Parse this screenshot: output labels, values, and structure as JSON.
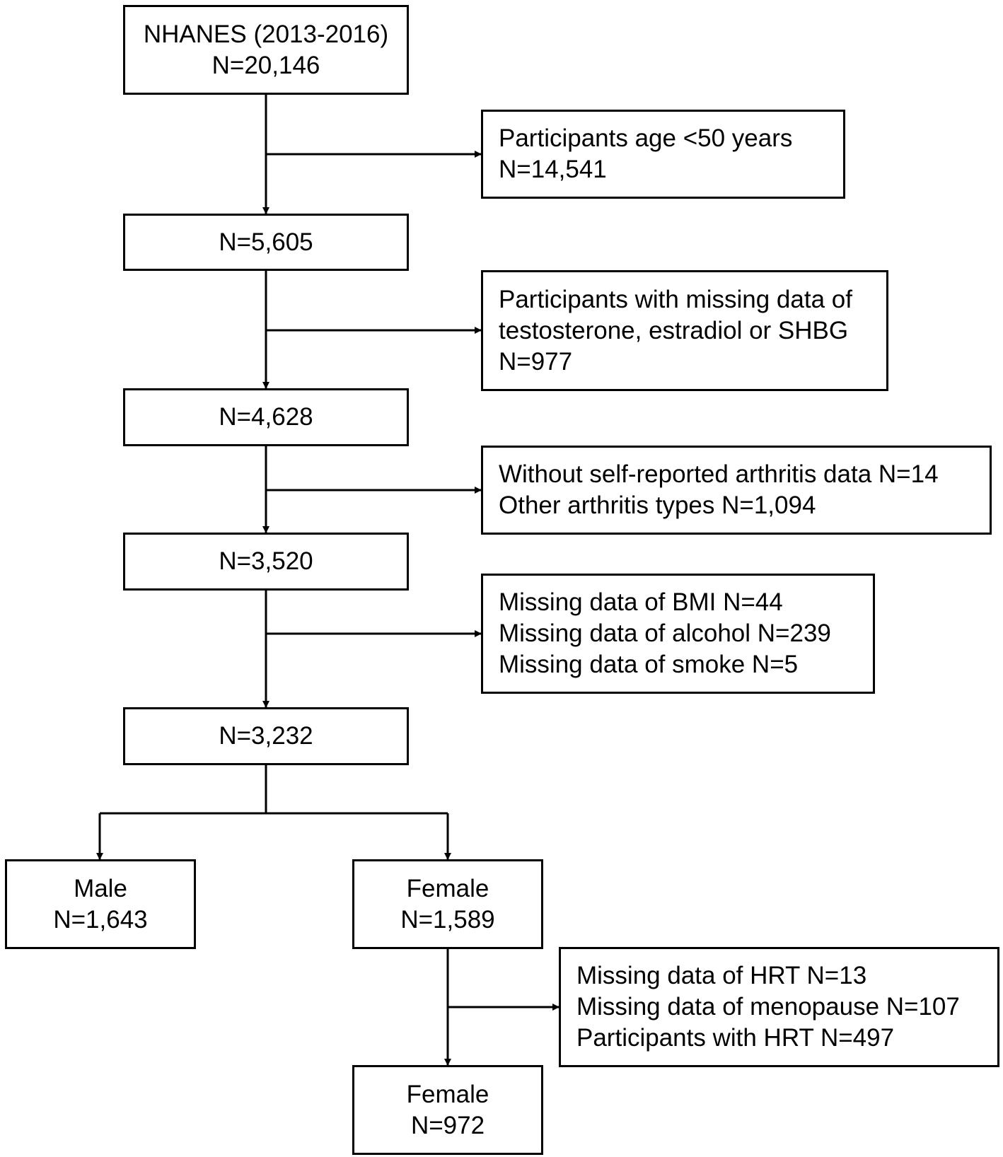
{
  "flowchart": {
    "nodes": {
      "start": {
        "lines": [
          "NHANES (2013-2016)",
          "N=20,146"
        ]
      },
      "step1": {
        "lines": [
          "N=5,605"
        ]
      },
      "step2": {
        "lines": [
          "N=4,628"
        ]
      },
      "step3": {
        "lines": [
          "N=3,520"
        ]
      },
      "step4": {
        "lines": [
          "N=3,232"
        ]
      },
      "male": {
        "lines": [
          "Male",
          "N=1,643"
        ]
      },
      "female": {
        "lines": [
          "Female",
          "N=1,589"
        ]
      },
      "female_final": {
        "lines": [
          "Female",
          "N=972"
        ]
      }
    },
    "exclusions": {
      "ex1": {
        "lines": [
          "Participants age <50 years",
          "N=14,541"
        ]
      },
      "ex2": {
        "lines": [
          "Participants with missing data of",
          "testosterone, estradiol or SHBG",
          "N=977"
        ]
      },
      "ex3": {
        "lines": [
          "Without self-reported arthritis data N=14",
          "Other arthritis types N=1,094"
        ]
      },
      "ex4": {
        "lines": [
          "Missing data of BMI N=44",
          "Missing data of alcohol N=239",
          "Missing data of smoke N=5"
        ]
      },
      "ex5": {
        "lines": [
          "Missing data of HRT N=13",
          "Missing data of menopause N=107",
          "Participants with HRT N=497"
        ]
      }
    }
  }
}
